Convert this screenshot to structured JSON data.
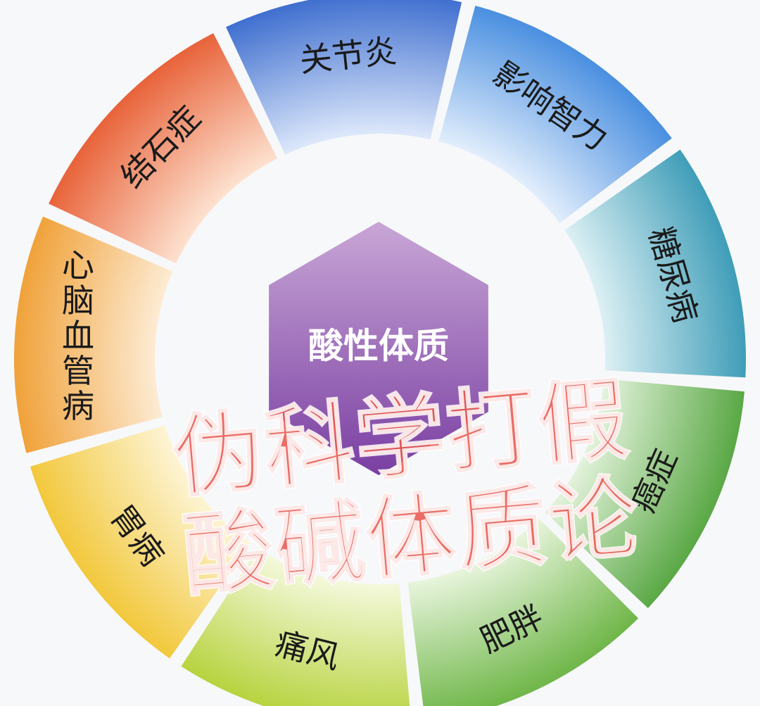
{
  "diagram": {
    "center": {
      "label": "酸性体质",
      "color_top": "#c8a6d6",
      "color_bottom": "#7a3fa2"
    },
    "segments": [
      {
        "id": "jieshi",
        "label": "结石症",
        "color_outer": "#e8633a",
        "color_inner": "#fde1cf"
      },
      {
        "id": "guanjie",
        "label": "关节炎",
        "color_outer": "#3f6fcf",
        "color_inner": "#dde8fb"
      },
      {
        "id": "zhili",
        "label": "影响智力",
        "color_outer": "#4a8fe0",
        "color_inner": "#e2eefc"
      },
      {
        "id": "tangniao",
        "label": "糖尿病",
        "color_outer": "#3f9db8",
        "color_inner": "#dcf0f4"
      },
      {
        "id": "aizheng",
        "label": "癌症",
        "color_outer": "#5aa845",
        "color_inner": "#e3f3dc"
      },
      {
        "id": "feipang",
        "label": "肥胖",
        "color_outer": "#6fb648",
        "color_inner": "#e8f5dd"
      },
      {
        "id": "tongfeng",
        "label": "痛风",
        "color_outer": "#b7d33f",
        "color_inner": "#f4f9dc"
      },
      {
        "id": "weibing",
        "label": "胃病",
        "color_outer": "#f2c83c",
        "color_inner": "#fdf4d4"
      },
      {
        "id": "xinnao",
        "label": "心脑血管病",
        "color_outer": "#f0a23a",
        "color_inner": "#fdebd3"
      }
    ]
  },
  "stamp": {
    "line1": "伪科学打假",
    "line2": "酸碱体质论",
    "color": "#e8584e"
  }
}
